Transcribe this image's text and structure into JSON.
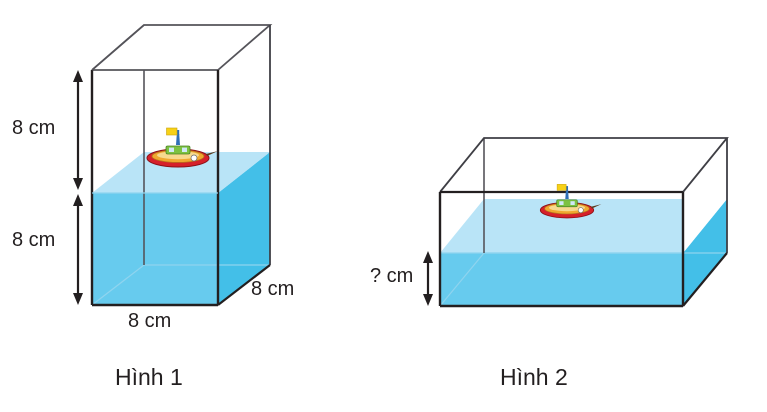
{
  "figure1": {
    "caption": "Hình 1",
    "labels": {
      "height_above_water": "8 cm",
      "height_water": "8 cm",
      "width": "8 cm",
      "depth": "8 cm"
    },
    "boat": "toy-boat"
  },
  "figure2": {
    "caption": "Hình 2",
    "labels": {
      "water_depth": "? cm"
    },
    "boat": "toy-boat"
  },
  "colors": {
    "outline": "#231f20",
    "water_front": "#67cbee",
    "water_side": "#43bfe8",
    "water_surface": "#b9e4f7",
    "boat_hull": "#d6202a",
    "boat_deck": "#f0a830",
    "boat_cabin": "#7cc242",
    "boat_mast": "#2e6fb7",
    "boat_flag": "#f7d117"
  }
}
